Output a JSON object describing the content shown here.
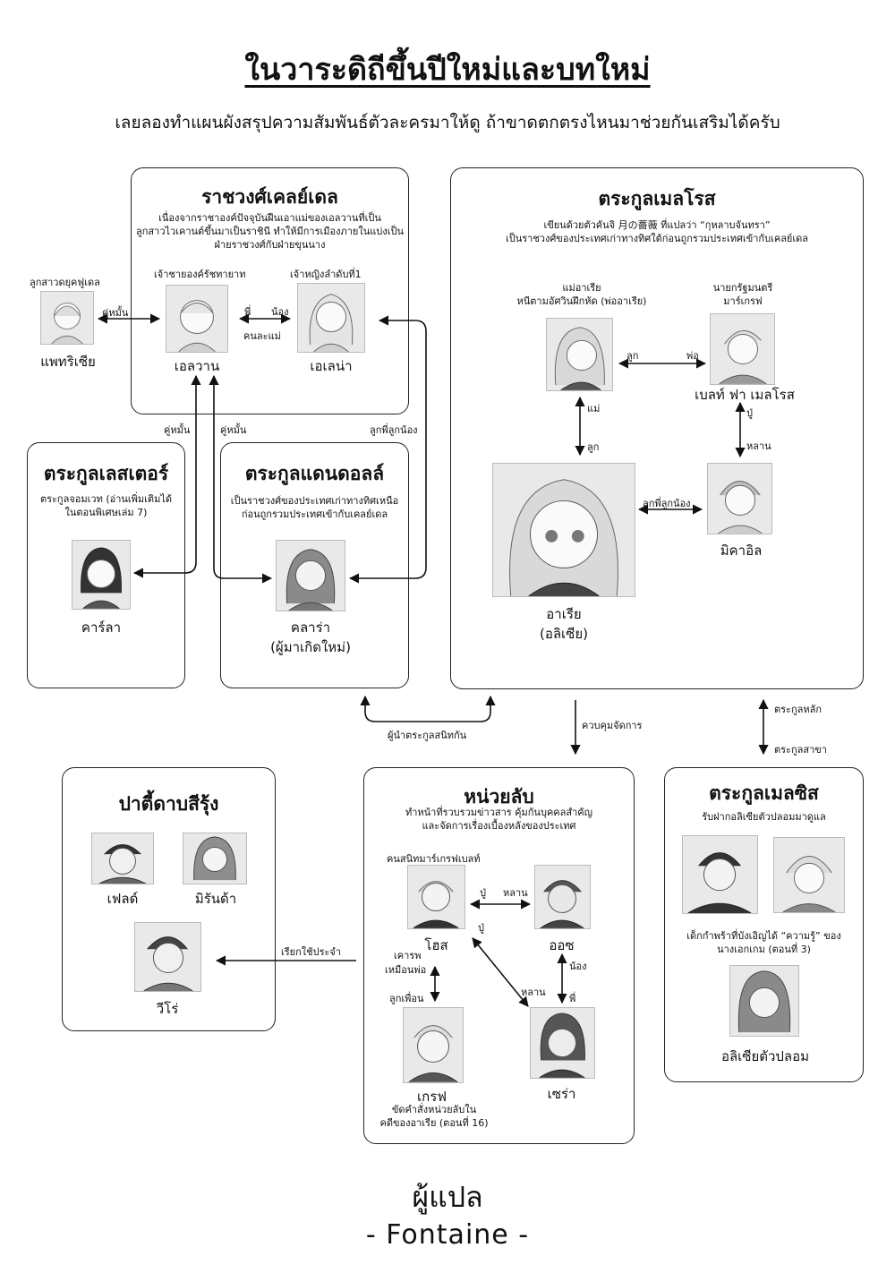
{
  "title": "ในวาระดิถีขึ้นปีใหม่และบทใหม่",
  "subtitle": "เลยลองทำแผนผังสรุปความสัมพันธ์ตัวละครมาให้ดู ถ้าขาดตกตรงไหนมาช่วยกันเสริมได้ครับ",
  "royal": {
    "title": "ราชวงศ์เคลย์เดล",
    "desc": [
      "เนื่องจากราชาองค์ปัจจุบันฝืนเอาแม่ของเอลวานที่เป็น",
      "ลูกสาวไวเคานต์ขึ้นมาเป็นราชินี ทำให้มีการเมืองภายในแบ่งเป็น",
      "ฝ่ายราชวงศ์กับฝ่ายขุนนาง"
    ],
    "elvan_caption": "เจ้าชายองค์รัชทายาท",
    "elena_caption": "เจ้าหญิงลำดับที่1",
    "elvan": "เอลวาน",
    "elena": "เอเลน่า",
    "older": "พี่",
    "younger": "น้อง",
    "diff_mother": "คนละแม่"
  },
  "patricia": {
    "caption": "ลูกสาวดยุคฟูเดล",
    "name": "แพทริเซีย",
    "rel": "คู่หมั้น"
  },
  "lester": {
    "title": "ตระกูลเลสเตอร์",
    "desc": [
      "ตระกูลจอมเวท (อ่านเพิ่มเติมได้",
      "ในตอนพิเศษเล่ม 7)"
    ],
    "name": "คาร์ลา"
  },
  "danddoll": {
    "title": "ตระกูลแดนดอลล์",
    "desc": [
      "เป็นราชวงศ์ของประเทศเก่าทางทิศเหนือ",
      "ก่อนถูกรวมประเทศเข้ากับเคลย์เดล"
    ],
    "name": "คลาร่า",
    "name2": "(ผู้มาเกิดใหม่)"
  },
  "links": {
    "fiance1": "คู่หมั้น",
    "fiance2": "คู่หมั้น",
    "cousin": "ลูกพี่ลูกน้อง",
    "leader": "ผู้นำตระกูลสนิทกัน",
    "control": "ควบคุมจัดการ",
    "main_family": "ตระกูลหลัก",
    "branch_family": "ตระกูลสาขา",
    "employ": "เรียกใช้ประจำ"
  },
  "melrose": {
    "title": "ตระกูลเมลโรส",
    "desc": [
      "เขียนด้วยตัวคันจิ 月の薔薇 ที่แปลว่า “กุหลาบจันทรา”",
      "เป็นราชวงศ์ของประเทศเก่าทางทิศใต้ก่อนถูกรวมประเทศเข้ากับเคลย์เดล"
    ],
    "mother_caption": [
      "แม่อาเรีย",
      "หนีตามอัศวินฝึกหัด (พ่ออาเรีย)"
    ],
    "berto_caption": [
      "นายกรัฐมนตรี",
      "มาร์เกรฟ"
    ],
    "berto": "เบลท์ ฟา เมลโรส",
    "child": "ลูก",
    "father": "พ่อ",
    "mother": "แม่",
    "child2": "ลูก",
    "grandpa": "ปู่",
    "grandchild": "หลาน",
    "cousin": "ลูกพี่ลูกน้อง",
    "aria": "อาเรีย",
    "aria2": "(อลิเซีย)",
    "mikael": "มิคาอิล"
  },
  "rainbow": {
    "title": "ปาตี้ดาบสีรุ้ง",
    "feld": "เฟลด์",
    "miranda": "มิรันด้า",
    "viro": "วีโร่"
  },
  "secret": {
    "title": "หน่วยลับ",
    "desc": [
      "ทำหน้าที่รวบรวมข่าวสาร คุ้มกันบุคคลสำคัญ",
      "และจัดการเรื่องเบื้องหลังของประเทศ"
    ],
    "hos_caption": "คนสนิทมาร์เกรฟเบลท์",
    "hos": "โฮส",
    "ors": "ออซ",
    "greg": "เกรฟ",
    "sara": "เซร่า",
    "grandpa1": "ปู่",
    "grandchild1": "หลาน",
    "grandpa2": "ปู่",
    "respect": [
      "เคารพ",
      "เหมือนพ่อ"
    ],
    "friend_child": "ลูกเพื่อน",
    "grandchild2": "หลาน",
    "younger": "น้อง",
    "older": "พี่",
    "greg_note": [
      "ขัดคำสั่งหน่วยลับใน",
      "คดีของอาเรีย (ตอนที่ 16)"
    ]
  },
  "melsis": {
    "title": "ตระกูลเมลซิส",
    "desc": "รับฝากอลิเซียตัวปลอมมาดูแล",
    "note": [
      "เด็กกำพร้าที่บังเอิญได้ “ความรู้” ของ",
      "นางเอกเกม (ตอนที่ 3)"
    ],
    "name": "อลิเซียตัวปลอม"
  },
  "footer": {
    "role": "ผู้แปล",
    "name": "- Fontaine -"
  }
}
